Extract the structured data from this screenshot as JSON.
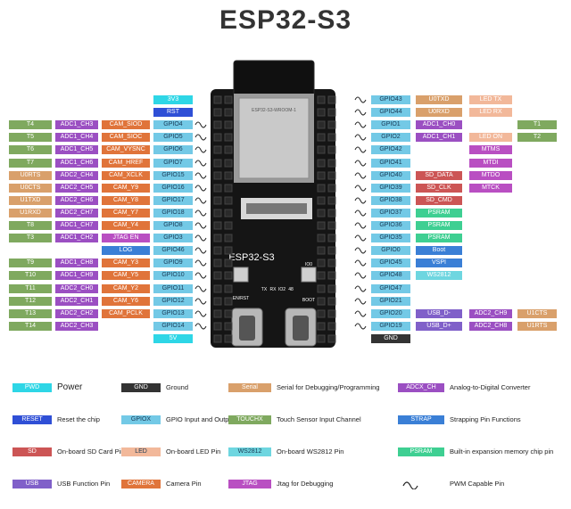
{
  "title": "ESP32-S3",
  "board": {
    "name": "ESP32-S3",
    "module_text": "ESP32-S3-WROOM-1",
    "pin_labels": [
      "EN/RST",
      "TX",
      "RX",
      "IO2",
      "48"
    ],
    "boot_label": "BOOT",
    "io0_label": "IO0"
  },
  "colors": {
    "power": "#2ed6e6",
    "ground": "#333333",
    "serial": "#d9a06b",
    "adc": "#9b4fc2",
    "reset": "#2f4fd6",
    "gpio": "#73c9e6",
    "touch": "#7fa95f",
    "strap": "#3a7fd6",
    "sd": "#cc5555",
    "led": "#f2b89a",
    "ws2812": "#6ed6e0",
    "psram": "#3ecf92",
    "usb": "#8060c9",
    "camera": "#e0743a",
    "jtag": "#b94fc2"
  },
  "left_pins": [
    {
      "gpio": "3V3",
      "gpio_type": "power",
      "extra": []
    },
    {
      "gpio": "RST",
      "gpio_type": "reset",
      "extra": []
    },
    {
      "gpio": "GPIO4",
      "gpio_type": "gpio",
      "extra": [
        {
          "t": "T4",
          "c": "touch"
        },
        {
          "t": "ADC1_CH3",
          "c": "adc"
        },
        {
          "t": "CAM_SIOD",
          "c": "camera"
        }
      ]
    },
    {
      "gpio": "GPIO5",
      "gpio_type": "gpio",
      "extra": [
        {
          "t": "T5",
          "c": "touch"
        },
        {
          "t": "ADC1_CH4",
          "c": "adc"
        },
        {
          "t": "CAM_SIOC",
          "c": "camera"
        }
      ]
    },
    {
      "gpio": "GPIO6",
      "gpio_type": "gpio",
      "extra": [
        {
          "t": "T6",
          "c": "touch"
        },
        {
          "t": "ADC1_CH5",
          "c": "adc"
        },
        {
          "t": "CAM_VYSNC",
          "c": "camera"
        }
      ]
    },
    {
      "gpio": "GPIO7",
      "gpio_type": "gpio",
      "extra": [
        {
          "t": "T7",
          "c": "touch"
        },
        {
          "t": "ADC1_CH6",
          "c": "adc"
        },
        {
          "t": "CAM_HREF",
          "c": "camera"
        }
      ]
    },
    {
      "gpio": "GPIO15",
      "gpio_type": "gpio",
      "extra": [
        {
          "t": "U0RTS",
          "c": "serial"
        },
        {
          "t": "ADC2_CH4",
          "c": "adc"
        },
        {
          "t": "CAM_XCLK",
          "c": "camera"
        }
      ]
    },
    {
      "gpio": "GPIO16",
      "gpio_type": "gpio",
      "extra": [
        {
          "t": "U0CTS",
          "c": "serial"
        },
        {
          "t": "ADC2_CH5",
          "c": "adc"
        },
        {
          "t": "CAM_Y9",
          "c": "camera"
        }
      ]
    },
    {
      "gpio": "GPIO17",
      "gpio_type": "gpio",
      "extra": [
        {
          "t": "U1TXD",
          "c": "serial"
        },
        {
          "t": "ADC2_CH6",
          "c": "adc"
        },
        {
          "t": "CAM_Y8",
          "c": "camera"
        }
      ]
    },
    {
      "gpio": "GPIO18",
      "gpio_type": "gpio",
      "extra": [
        {
          "t": "U1RXD",
          "c": "serial"
        },
        {
          "t": "ADC2_CH7",
          "c": "adc"
        },
        {
          "t": "CAM_Y7",
          "c": "camera"
        }
      ]
    },
    {
      "gpio": "GPIO8",
      "gpio_type": "gpio",
      "extra": [
        {
          "t": "T8",
          "c": "touch"
        },
        {
          "t": "ADC1_CH7",
          "c": "adc"
        },
        {
          "t": "CAM_Y4",
          "c": "camera"
        }
      ]
    },
    {
      "gpio": "GPIO3",
      "gpio_type": "gpio",
      "extra": [
        {
          "t": "T3",
          "c": "touch"
        },
        {
          "t": "ADC1_CH2",
          "c": "adc"
        },
        {
          "t": "JTAG EN",
          "c": "jtag"
        }
      ]
    },
    {
      "gpio": "GPIO46",
      "gpio_type": "gpio",
      "extra": [
        {
          "t": "LOG",
          "c": "strap"
        }
      ]
    },
    {
      "gpio": "GPIO9",
      "gpio_type": "gpio",
      "extra": [
        {
          "t": "T9",
          "c": "touch"
        },
        {
          "t": "ADC1_CH8",
          "c": "adc"
        },
        {
          "t": "CAM_Y3",
          "c": "camera"
        }
      ]
    },
    {
      "gpio": "GPIO10",
      "gpio_type": "gpio",
      "extra": [
        {
          "t": "T10",
          "c": "touch"
        },
        {
          "t": "ADC1_CH9",
          "c": "adc"
        },
        {
          "t": "CAM_Y5",
          "c": "camera"
        }
      ]
    },
    {
      "gpio": "GPIO11",
      "gpio_type": "gpio",
      "extra": [
        {
          "t": "T11",
          "c": "touch"
        },
        {
          "t": "ADC2_CH0",
          "c": "adc"
        },
        {
          "t": "CAM_Y2",
          "c": "camera"
        }
      ]
    },
    {
      "gpio": "GPIO12",
      "gpio_type": "gpio",
      "extra": [
        {
          "t": "T12",
          "c": "touch"
        },
        {
          "t": "ADC2_CH1",
          "c": "adc"
        },
        {
          "t": "CAM_Y6",
          "c": "camera"
        }
      ]
    },
    {
      "gpio": "GPIO13",
      "gpio_type": "gpio",
      "extra": [
        {
          "t": "T13",
          "c": "touch"
        },
        {
          "t": "ADC2_CH2",
          "c": "adc"
        },
        {
          "t": "CAM_PCLK",
          "c": "camera"
        }
      ]
    },
    {
      "gpio": "GPIO14",
      "gpio_type": "gpio",
      "extra": [
        {
          "t": "T14",
          "c": "touch"
        },
        {
          "t": "ADC2_CH3",
          "c": "adc"
        }
      ]
    },
    {
      "gpio": "5V",
      "gpio_type": "power",
      "extra": []
    }
  ],
  "right_pins": [
    {
      "gpio": "GPIO43",
      "gpio_type": "gpio",
      "extra": [
        {
          "t": "U0TXD",
          "c": "serial"
        },
        {
          "t": "LED TX",
          "c": "led"
        }
      ]
    },
    {
      "gpio": "GPIO44",
      "gpio_type": "gpio",
      "extra": [
        {
          "t": "U0RXD",
          "c": "serial"
        },
        {
          "t": "LED RX",
          "c": "led"
        }
      ]
    },
    {
      "gpio": "GPIO1",
      "gpio_type": "gpio",
      "extra": [
        {
          "t": "ADC1_CH0",
          "c": "adc"
        },
        {
          "t": "",
          "c": "none"
        },
        {
          "t": "T1",
          "c": "touch"
        }
      ]
    },
    {
      "gpio": "GPIO2",
      "gpio_type": "gpio",
      "extra": [
        {
          "t": "ADC1_CH1",
          "c": "adc"
        },
        {
          "t": "LED ON",
          "c": "led"
        },
        {
          "t": "T2",
          "c": "touch"
        }
      ]
    },
    {
      "gpio": "GPIO42",
      "gpio_type": "gpio",
      "extra": [
        {
          "t": "",
          "c": "none"
        },
        {
          "t": "MTMS",
          "c": "jtag"
        }
      ]
    },
    {
      "gpio": "GPIO41",
      "gpio_type": "gpio",
      "extra": [
        {
          "t": "",
          "c": "none"
        },
        {
          "t": "MTDI",
          "c": "jtag"
        }
      ]
    },
    {
      "gpio": "GPIO40",
      "gpio_type": "gpio",
      "extra": [
        {
          "t": "SD_DATA",
          "c": "sd"
        },
        {
          "t": "MTDO",
          "c": "jtag"
        }
      ]
    },
    {
      "gpio": "GPIO39",
      "gpio_type": "gpio",
      "extra": [
        {
          "t": "SD_CLK",
          "c": "sd"
        },
        {
          "t": "MTCK",
          "c": "jtag"
        }
      ]
    },
    {
      "gpio": "GPIO38",
      "gpio_type": "gpio",
      "extra": [
        {
          "t": "SD_CMD",
          "c": "sd"
        }
      ]
    },
    {
      "gpio": "GPIO37",
      "gpio_type": "gpio",
      "extra": [
        {
          "t": "PSRAM",
          "c": "psram"
        }
      ]
    },
    {
      "gpio": "GPIO36",
      "gpio_type": "gpio",
      "extra": [
        {
          "t": "PSRAM",
          "c": "psram"
        }
      ]
    },
    {
      "gpio": "GPIO35",
      "gpio_type": "gpio",
      "extra": [
        {
          "t": "PSRAM",
          "c": "psram"
        }
      ]
    },
    {
      "gpio": "GPIO0",
      "gpio_type": "gpio",
      "extra": [
        {
          "t": "Boot",
          "c": "strap"
        }
      ]
    },
    {
      "gpio": "GPIO45",
      "gpio_type": "gpio",
      "extra": [
        {
          "t": "VSPI",
          "c": "strap"
        }
      ]
    },
    {
      "gpio": "GPIO48",
      "gpio_type": "gpio",
      "extra": [
        {
          "t": "WS2812",
          "c": "ws2812"
        }
      ]
    },
    {
      "gpio": "GPIO47",
      "gpio_type": "gpio",
      "extra": []
    },
    {
      "gpio": "GPIO21",
      "gpio_type": "gpio",
      "extra": []
    },
    {
      "gpio": "GPIO20",
      "gpio_type": "gpio",
      "extra": [
        {
          "t": "USB_D-",
          "c": "usb"
        },
        {
          "t": "ADC2_CH9",
          "c": "adc"
        },
        {
          "t": "U1CTS",
          "c": "serial"
        }
      ]
    },
    {
      "gpio": "GPIO19",
      "gpio_type": "gpio",
      "extra": [
        {
          "t": "USB_D+",
          "c": "usb"
        },
        {
          "t": "ADC2_CH8",
          "c": "adc"
        },
        {
          "t": "U1RTS",
          "c": "serial"
        }
      ]
    },
    {
      "gpio": "GND",
      "gpio_type": "ground",
      "extra": []
    }
  ],
  "legend": [
    [
      {
        "swatch": "PWD",
        "color": "power",
        "label": "Power"
      },
      {
        "swatch": "GND",
        "color": "ground",
        "label": "Ground"
      },
      {
        "swatch": "Serial",
        "color": "serial",
        "label": "Serial for Debugging/Programming"
      },
      {
        "swatch": "ADCX_CH",
        "color": "adc",
        "label": "Analog-to-Digital Converter"
      }
    ],
    [
      {
        "swatch": "RESET",
        "color": "reset",
        "label": "Reset the chip"
      },
      {
        "swatch": "GPIOX",
        "color": "gpio",
        "label": "GPIO Input and Output"
      },
      {
        "swatch": "TOUCHX",
        "color": "touch",
        "label": "Touch Sensor Input Channel"
      },
      {
        "swatch": "STRAP",
        "color": "strap",
        "label": "Strapping Pin Functions"
      }
    ],
    [
      {
        "swatch": "SD",
        "color": "sd",
        "label": "On-board SD Card Pin"
      },
      {
        "swatch": "LED",
        "color": "led",
        "label": "On-board LED Pin"
      },
      {
        "swatch": "WS2812",
        "color": "ws2812",
        "label": "On-board WS2812 Pin"
      },
      {
        "swatch": "PSRAM",
        "color": "psram",
        "label": "Built-in expansion memory chip pin"
      }
    ],
    [
      {
        "swatch": "USB",
        "color": "usb",
        "label": "USB Function Pin"
      },
      {
        "swatch": "CAMERA",
        "color": "camera",
        "label": "Camera Pin"
      },
      {
        "swatch": "JTAG",
        "color": "jtag",
        "label": "Jtag for Debugging"
      },
      {
        "swatch": "",
        "color": "pwm",
        "label": "PWM Capable Pin"
      }
    ]
  ]
}
